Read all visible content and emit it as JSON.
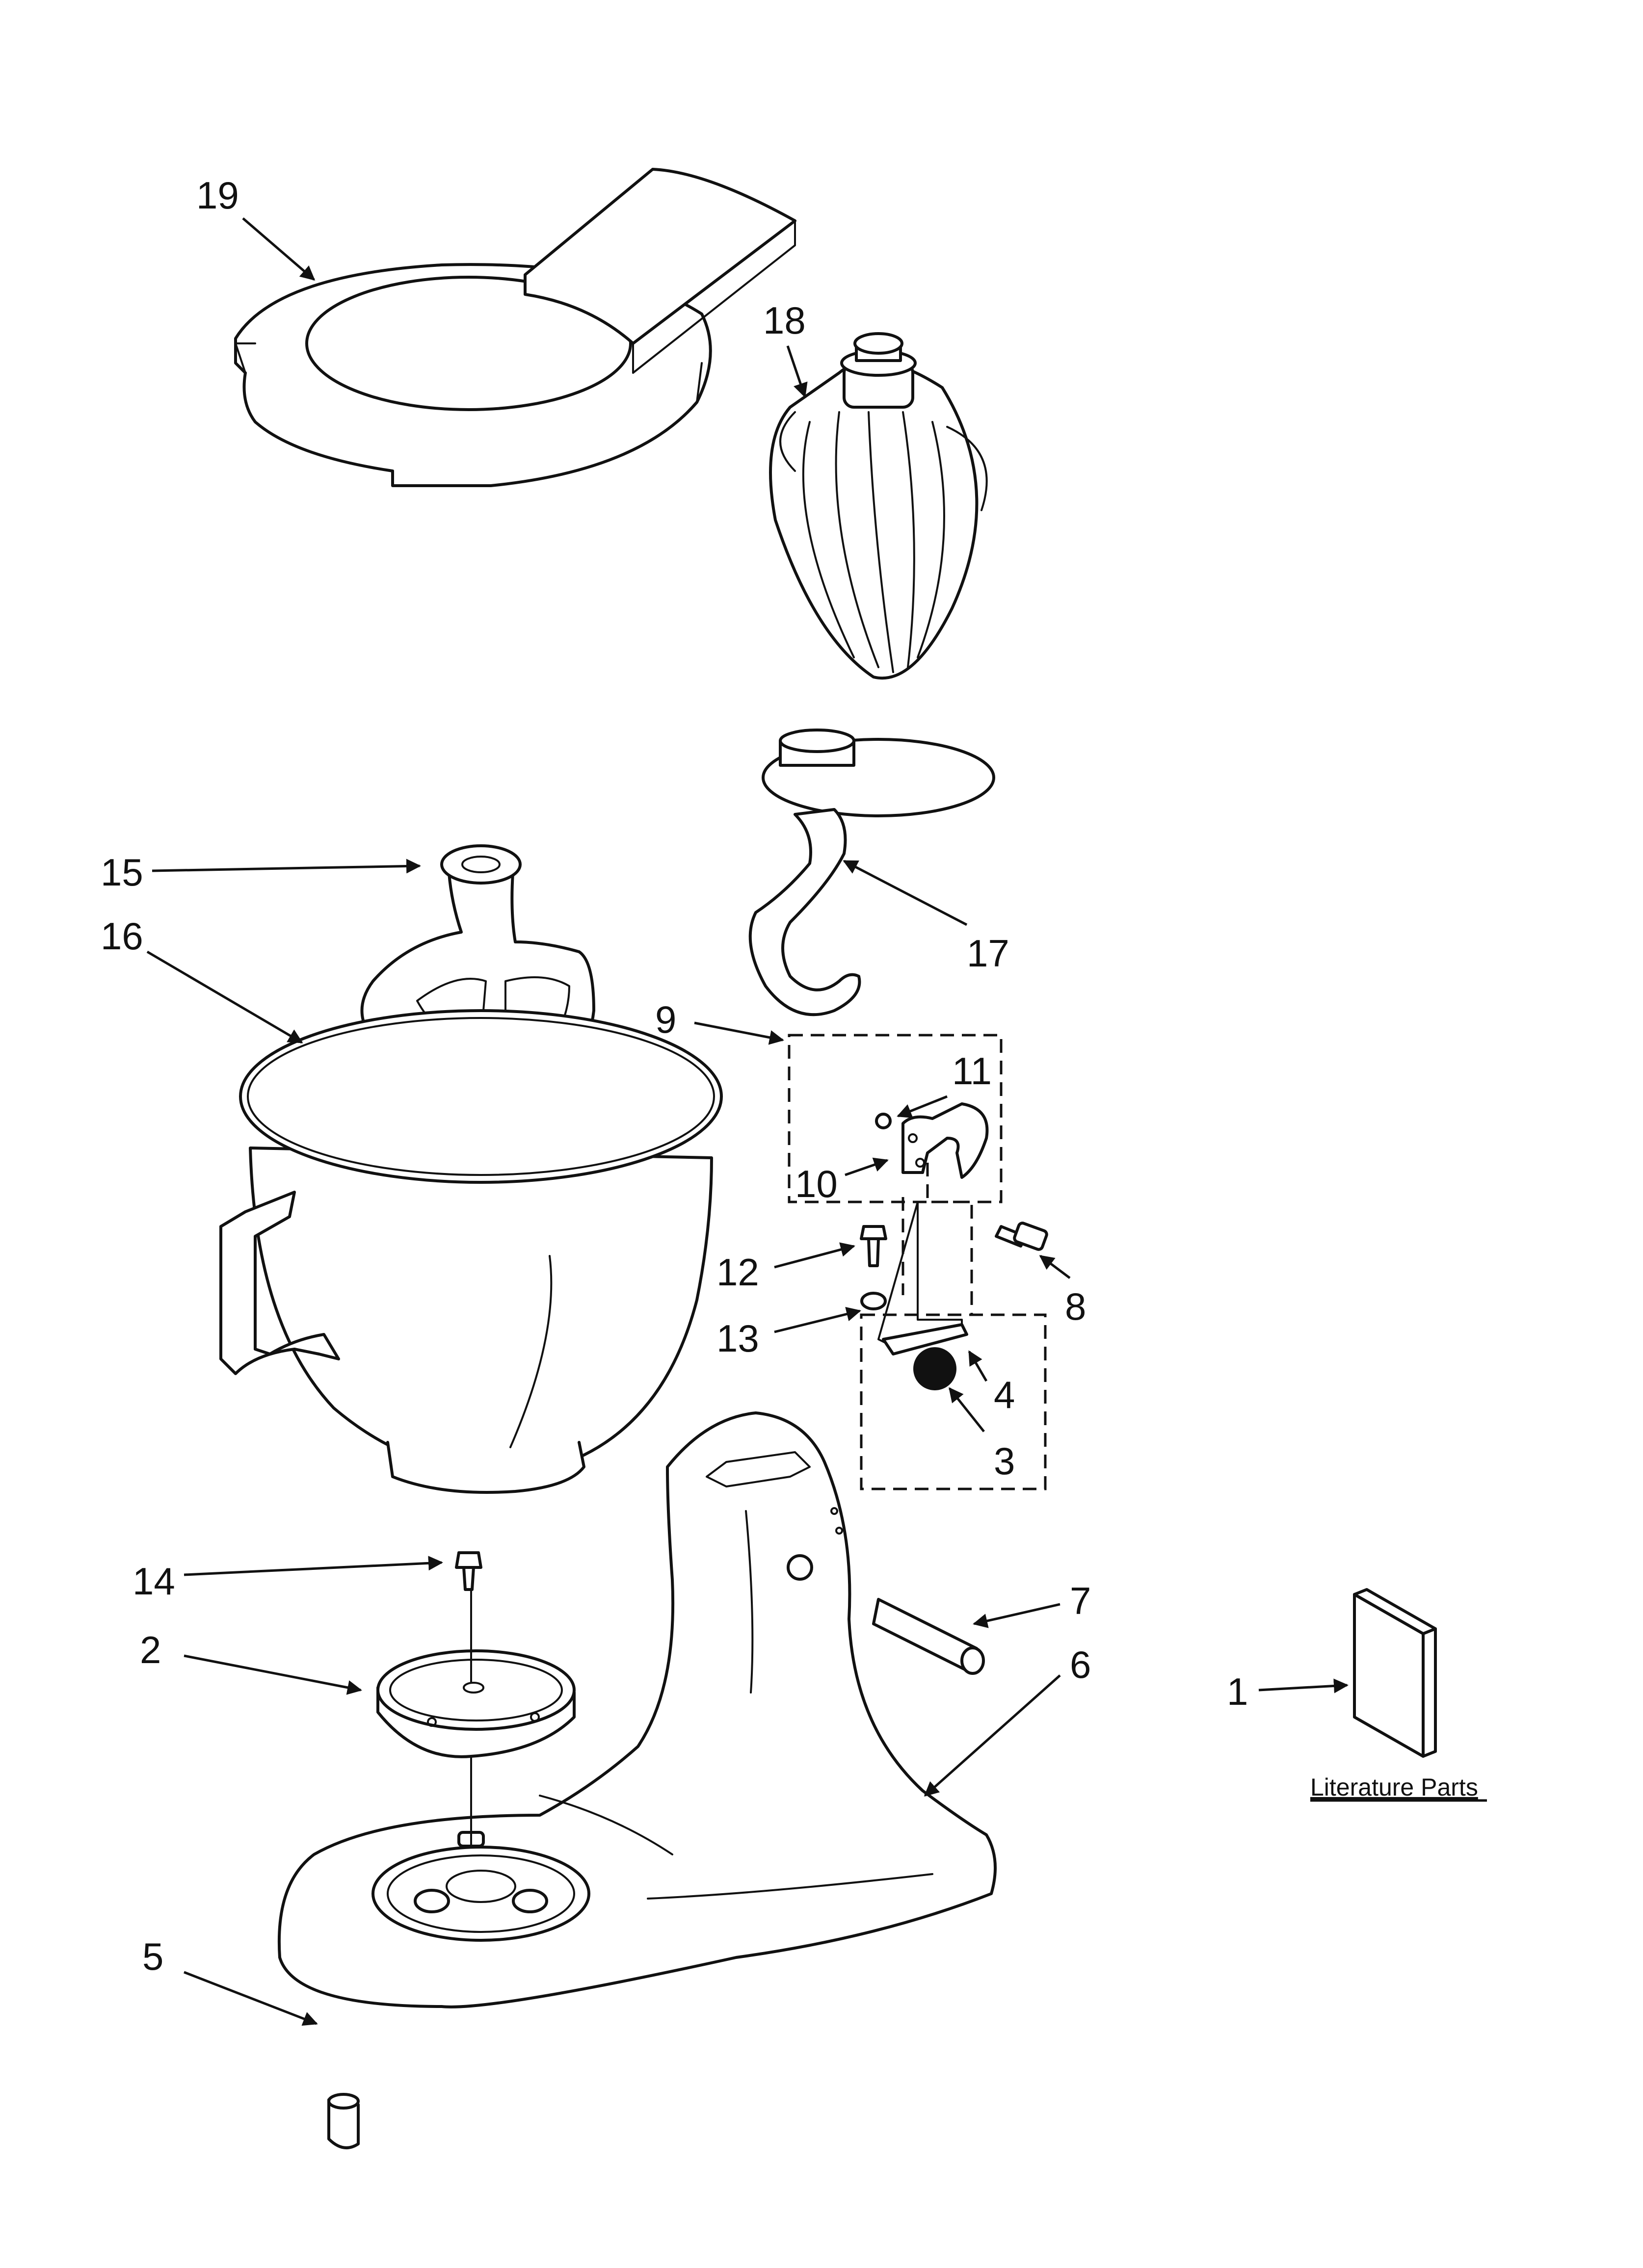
{
  "diagram": {
    "callouts": [
      {
        "id": "19",
        "label": "19"
      },
      {
        "id": "18",
        "label": "18"
      },
      {
        "id": "17",
        "label": "17"
      },
      {
        "id": "16",
        "label": "16"
      },
      {
        "id": "15",
        "label": "15"
      },
      {
        "id": "14",
        "label": "14"
      },
      {
        "id": "13",
        "label": "13"
      },
      {
        "id": "12",
        "label": "12"
      },
      {
        "id": "11",
        "label": "11"
      },
      {
        "id": "10",
        "label": "10"
      },
      {
        "id": "9",
        "label": "9"
      },
      {
        "id": "8",
        "label": "8"
      },
      {
        "id": "7",
        "label": "7"
      },
      {
        "id": "6",
        "label": "6"
      },
      {
        "id": "5",
        "label": "5"
      },
      {
        "id": "4",
        "label": "4"
      },
      {
        "id": "3",
        "label": "3"
      },
      {
        "id": "2",
        "label": "2"
      },
      {
        "id": "1",
        "label": "1"
      }
    ],
    "literature_label": "Literature Parts"
  }
}
